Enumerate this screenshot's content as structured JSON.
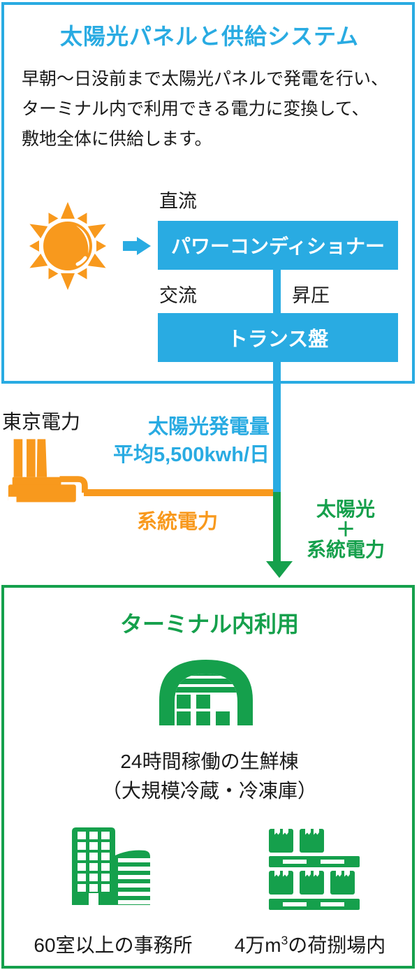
{
  "colors": {
    "blue": "#29ABE2",
    "orange": "#F8991D",
    "green": "#15A04C",
    "text": "#1A1A1A",
    "box_text": "#FFFFFF"
  },
  "top_panel": {
    "title": "太陽光パネルと供給システム",
    "description_lines": [
      "早朝〜日没前まで太陽光パネルで発電を行い、",
      "ターミナル内で利用できる電力に変換して、",
      "敷地全体に供給します。"
    ],
    "dc_label": "直流",
    "power_conditioner_label": "パワーコンディショナー",
    "ac_label": "交流",
    "boost_label": "昇圧",
    "transformer_label": "トランス盤"
  },
  "middle": {
    "tepco_label": "東京電力",
    "solar_output_line1": "太陽光発電量",
    "solar_output_line2": "平均5,500kwh/日",
    "grid_power_label": "系統電力",
    "combined_lines": [
      "太陽光",
      "＋",
      "系統電力"
    ]
  },
  "bottom_panel": {
    "title": "ターミナル内利用",
    "fresh_line1": "24時間稼働の生鮮棟",
    "fresh_line2": "（大規模冷蔵・冷凍庫）",
    "office_caption": "60室以上の事務所",
    "cargo_pre": "4万m",
    "cargo_sup": "3",
    "cargo_post": "の荷捌場内"
  }
}
